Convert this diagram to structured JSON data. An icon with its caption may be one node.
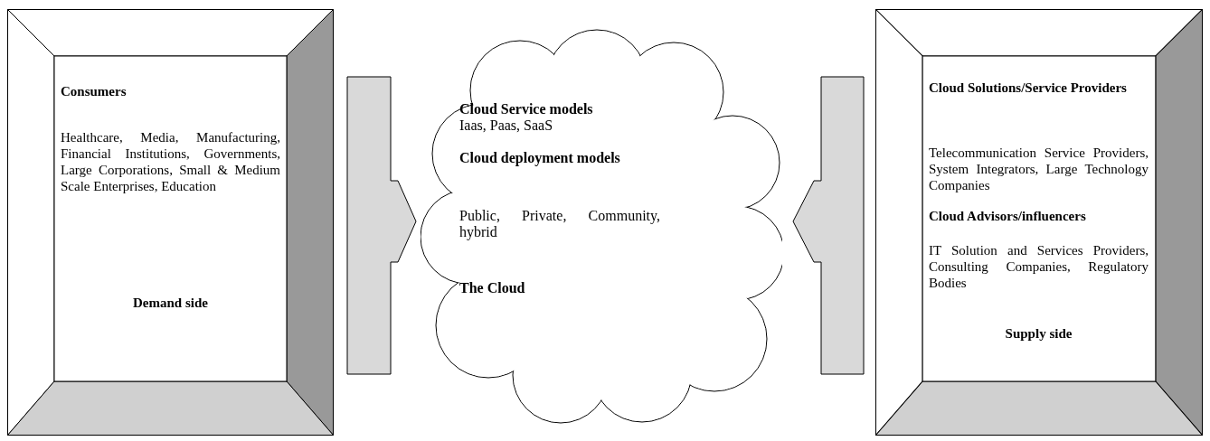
{
  "diagram": {
    "nodes": [
      {
        "text": [
          "Consumers",
          "Healthcare, Media, Manufacturing, Financial Institutions, Governments, Large Corporations, Small & Medium Scale Enterprises, Education",
          "Demand side"
        ]
      },
      {
        "text": [
          "Cloud Service models",
          "Iaas, Paas, SaaS",
          "Cloud deployment models",
          "Public, Private, Community, hybrid",
          "The Cloud"
        ]
      },
      {
        "text": [
          "Cloud Solutions/Service Providers",
          "Telecommunication Service Providers, System Integrators, Large Technology Companies",
          "Cloud Advisors/influencers",
          "IT Solution and Services Providers, Consulting Companies, Regulatory Bodies",
          "Supply side"
        ]
      }
    ],
    "edges": [
      {
        "from": 0,
        "to": 1,
        "arrow": "to"
      },
      {
        "from": 2,
        "to": 1,
        "arrow": "to"
      }
    ]
  }
}
